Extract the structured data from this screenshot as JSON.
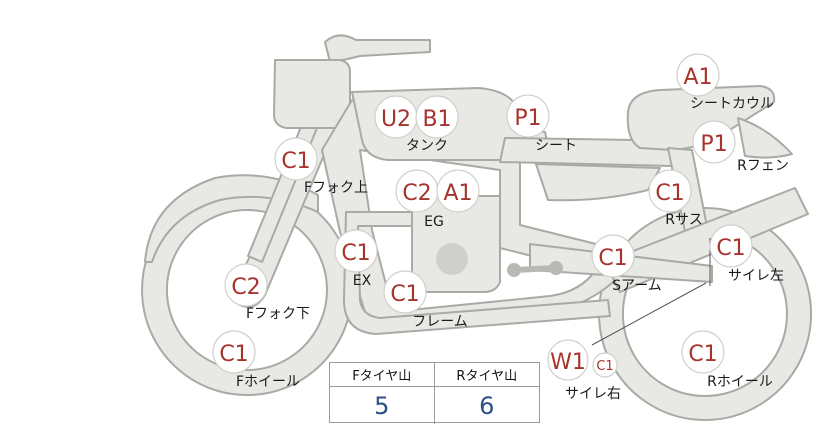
{
  "parts": [
    {
      "id": "a1-seatcowl",
      "codes": [
        "A1"
      ],
      "label": "シートカウル"
    },
    {
      "id": "u2b1-tank",
      "codes": [
        "U2",
        "B1"
      ],
      "label": "タンク"
    },
    {
      "id": "p1-seat",
      "codes": [
        "P1"
      ],
      "label": "シート"
    },
    {
      "id": "p1-rfender",
      "codes": [
        "P1"
      ],
      "label": "Rフェン"
    },
    {
      "id": "c1-ffork-upper",
      "codes": [
        "C1"
      ],
      "label": "Fフォク上"
    },
    {
      "id": "c2a1-eg",
      "codes": [
        "C2",
        "A1"
      ],
      "label": "EG"
    },
    {
      "id": "c1-rsus",
      "codes": [
        "C1"
      ],
      "label": "Rサス"
    },
    {
      "id": "c1-ex",
      "codes": [
        "C1"
      ],
      "label": "EX"
    },
    {
      "id": "c1-frame",
      "codes": [
        "C1"
      ],
      "label": "フレーム"
    },
    {
      "id": "c1-sarm",
      "codes": [
        "C1"
      ],
      "label": "Sアーム"
    },
    {
      "id": "c1-silencer-left",
      "codes": [
        "C1"
      ],
      "label": "サイレ左"
    },
    {
      "id": "c2-ffork-lower",
      "codes": [
        "C2"
      ],
      "label": "Fフォク下"
    },
    {
      "id": "c1-fwheel",
      "codes": [
        "C1"
      ],
      "label": "Fホイール"
    },
    {
      "id": "w1c1-silencer-right",
      "codes": [
        "W1",
        "C1"
      ],
      "label": "サイレ右"
    },
    {
      "id": "c1-rwheel",
      "codes": [
        "C1"
      ],
      "label": "Rホイール"
    }
  ],
  "tire_table": {
    "front_header": "Fタイヤ山",
    "rear_header": "Rタイヤ山",
    "front_value": "5",
    "rear_value": "6"
  },
  "colors": {
    "code": "#a6342d",
    "value": "#2b4f8a",
    "bike_fill": "#e8e8e5",
    "bike_stroke": "#a9a9a5"
  }
}
